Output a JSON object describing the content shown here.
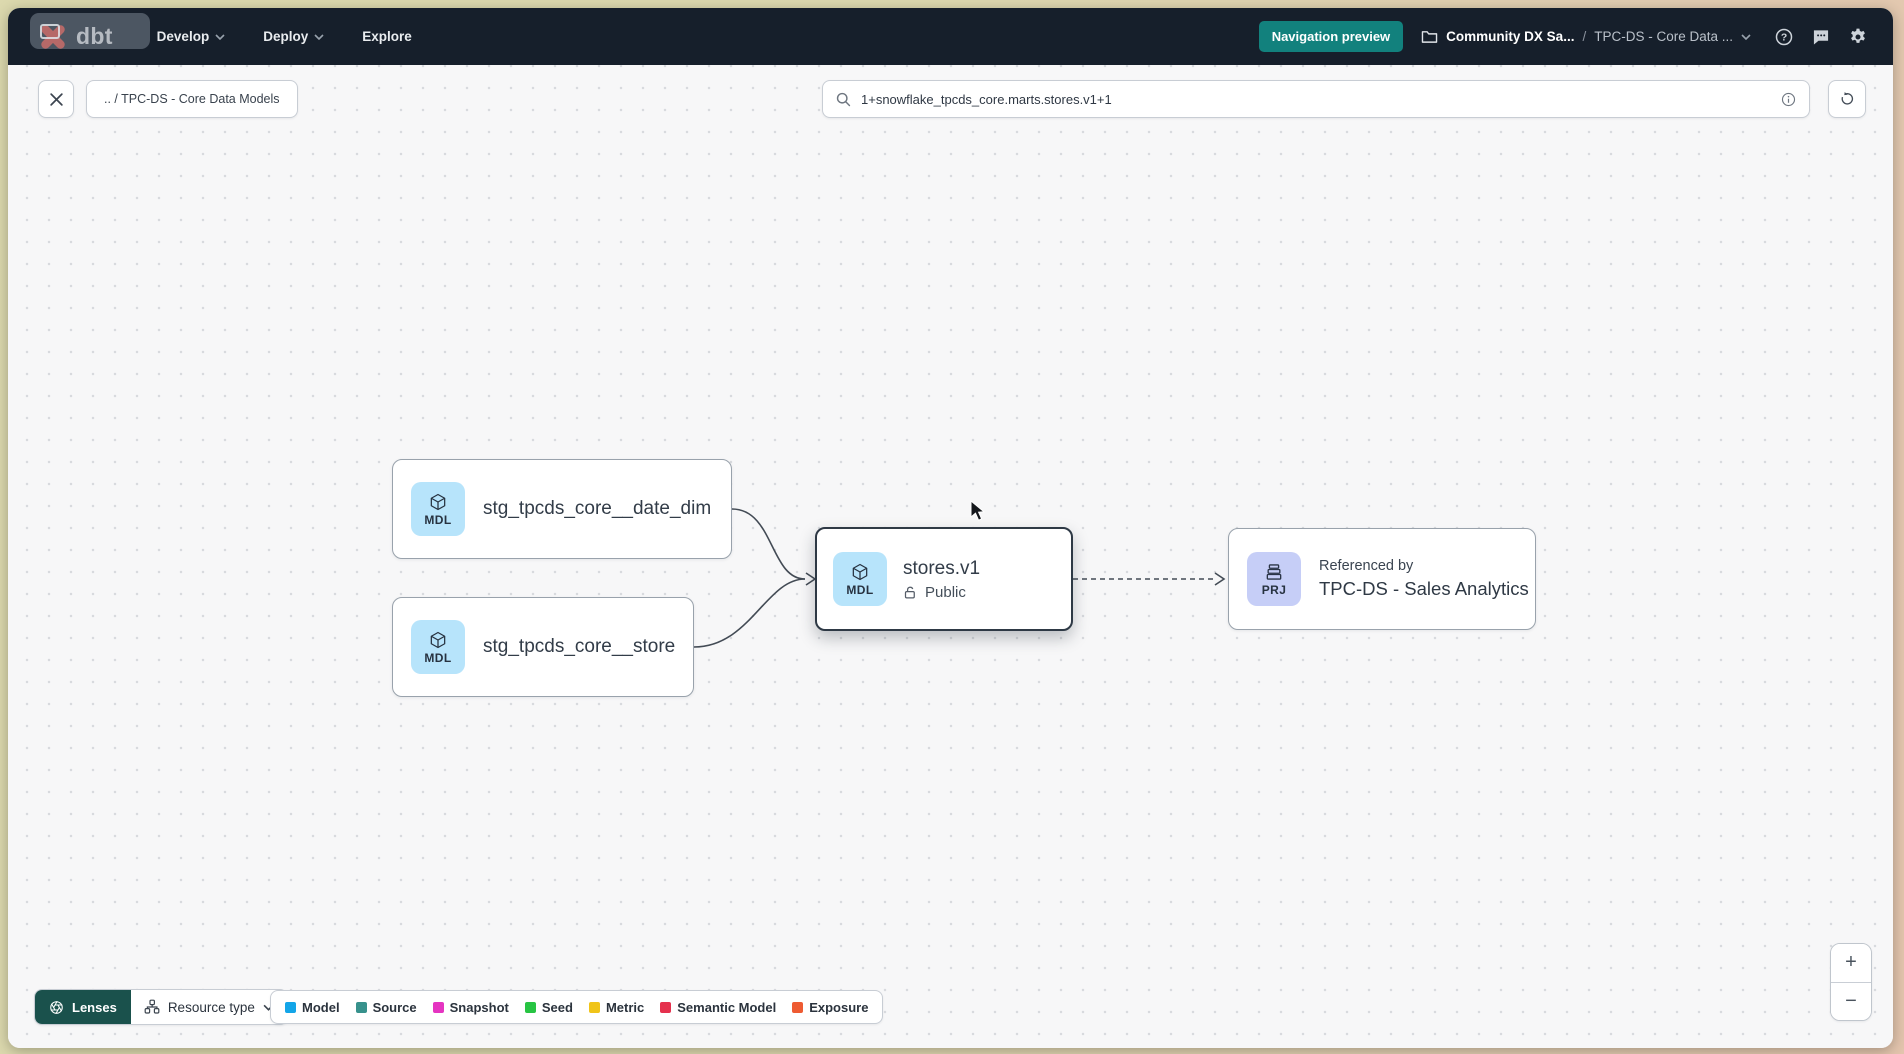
{
  "navbar": {
    "logo": "dbt",
    "menu": [
      "Develop",
      "Deploy",
      "Explore"
    ],
    "badge": "Navigation preview",
    "account": "Community DX Sa...",
    "separator": "/",
    "project": "TPC-DS - Core Data ..."
  },
  "toolbar": {
    "breadcrumb_chip": ".. / TPC-DS - Core Data Models",
    "search_value": "1+snowflake_tpcds_core.marts.stores.v1+1"
  },
  "graph": {
    "nodes": [
      {
        "badge": "MDL",
        "label": "stg_tpcds_core__date_dim"
      },
      {
        "badge": "MDL",
        "label": "stg_tpcds_core__store"
      },
      {
        "badge": "MDL",
        "label": "stores.v1",
        "access": "Public"
      },
      {
        "badge": "PRJ",
        "title": "Referenced by",
        "label": "TPC-DS - Sales Analytics"
      }
    ]
  },
  "footer": {
    "lenses_label": "Lenses",
    "resource_type_label": "Resource type",
    "legend": [
      {
        "label": "Model",
        "color": "#13a5e8"
      },
      {
        "label": "Source",
        "color": "#37918c"
      },
      {
        "label": "Snapshot",
        "color": "#e534c1"
      },
      {
        "label": "Seed",
        "color": "#27c443"
      },
      {
        "label": "Metric",
        "color": "#f0c419"
      },
      {
        "label": "Semantic Model",
        "color": "#e5314e"
      },
      {
        "label": "Exposure",
        "color": "#ee5b32"
      }
    ]
  },
  "zoom_controls": {
    "zoom_in": "+",
    "zoom_out": "−"
  },
  "colors": {
    "badge_teal": "#12817d",
    "lenses_teal": "#1a514c",
    "navbar_bg": "#161f2b",
    "model_icon_bg": "#b7e4fb",
    "project_icon_bg": "#c6cef7",
    "edge": "#434b55"
  }
}
